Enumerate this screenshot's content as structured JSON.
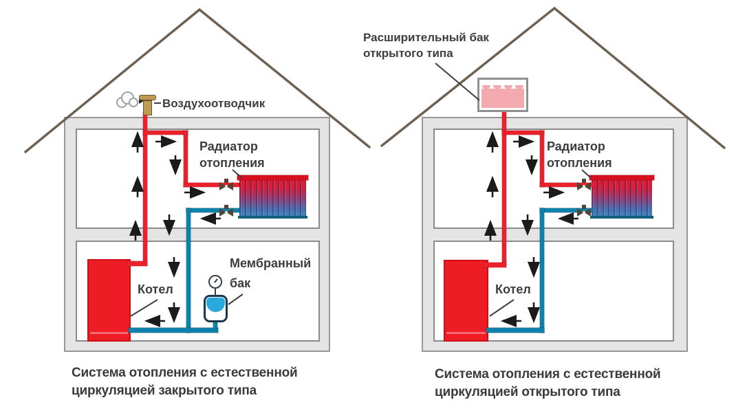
{
  "left_diagram": {
    "labels": {
      "air_vent": "Воздухоотводчик",
      "radiator": [
        "Радиатор",
        "отопления"
      ],
      "membrane_tank": [
        "Мембранный",
        "бак"
      ],
      "boiler": "Котел"
    },
    "caption": [
      "Система отопления с естественной",
      "циркуляцией закрытого типа"
    ]
  },
  "right_diagram": {
    "labels": {
      "expansion_tank": [
        "Расширительный бак",
        "открытого типа"
      ],
      "radiator": [
        "Радиатор",
        "отопления"
      ],
      "boiler": "Котел"
    },
    "caption": [
      "Система отопления с естественной",
      "циркуляцией открытого типа"
    ]
  },
  "icons": [
    "steam-cloud-icon",
    "air-vent-icon",
    "radiator-valve-icon",
    "pressure-gauge-icon",
    "flow-arrow-up-icon",
    "flow-arrow-down-icon",
    "flow-arrow-left-icon",
    "flow-arrow-right-icon"
  ],
  "colors": {
    "supply_pipe_red": "#e8212b",
    "return_pipe_blue": "#0e81ab",
    "boiler_red": "#ee1c25",
    "radiator_top_red": "#e3192b",
    "radiator_bottom_blue": "#3b8fc2",
    "wall_fill_gray": "#e4e4e4",
    "roof_brown": "#6e6152",
    "expansion_liquid_pink": "#f4a9ae",
    "membrane_water_blue": "#29a8dc",
    "valve_dark": "#4f4639",
    "brass_valve": "#c09a53",
    "text_dark": "#3d3d3d"
  }
}
